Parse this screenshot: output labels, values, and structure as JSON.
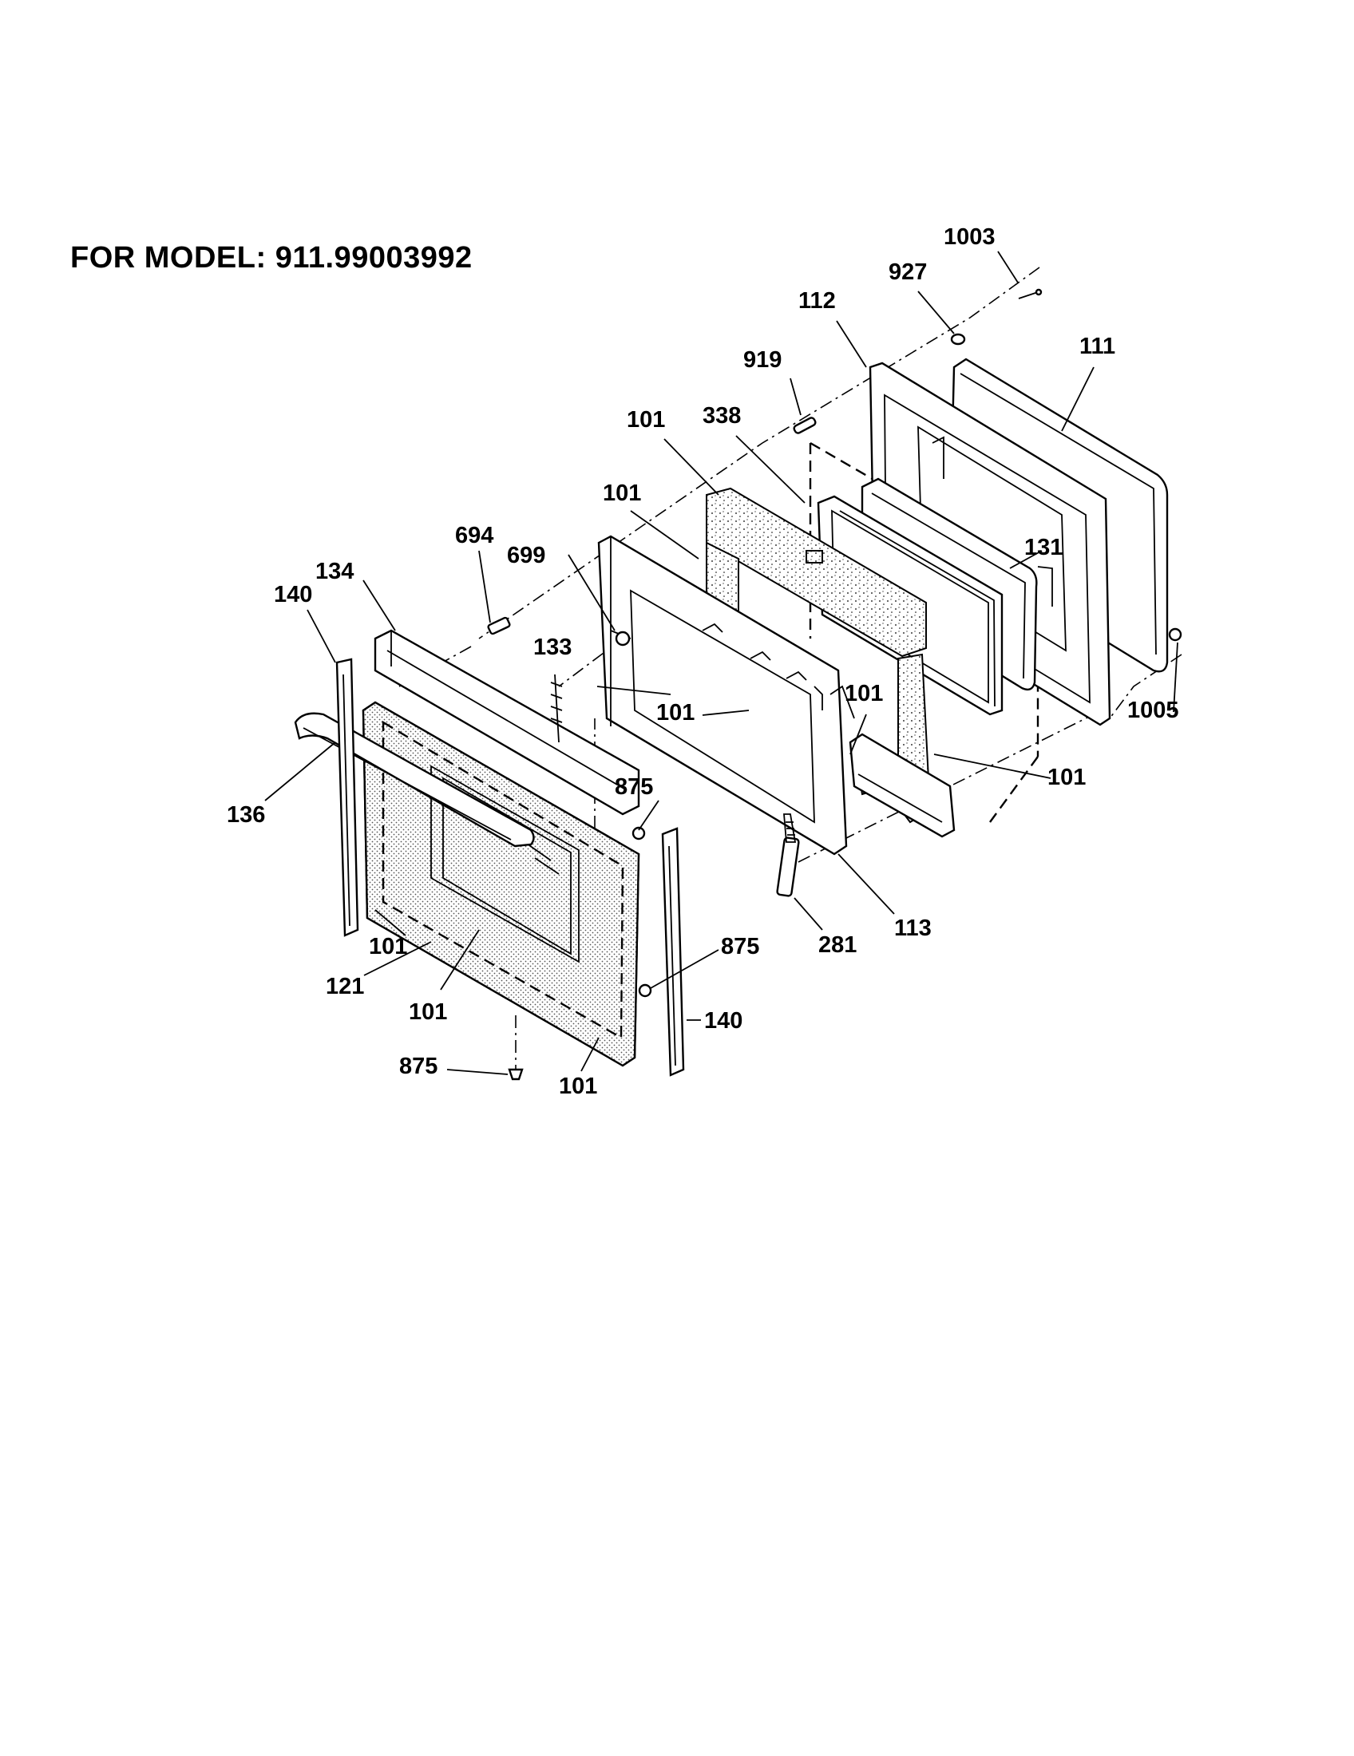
{
  "title": "FOR MODEL: 911.99003992",
  "parts": [
    {
      "id": "1003"
    },
    {
      "id": "927"
    },
    {
      "id": "112"
    },
    {
      "id": "111"
    },
    {
      "id": "919"
    },
    {
      "id": "338"
    },
    {
      "id": "101"
    },
    {
      "id": "101"
    },
    {
      "id": "131"
    },
    {
      "id": "694"
    },
    {
      "id": "699"
    },
    {
      "id": "134"
    },
    {
      "id": "140"
    },
    {
      "id": "133"
    },
    {
      "id": "101"
    },
    {
      "id": "101"
    },
    {
      "id": "1005"
    },
    {
      "id": "101"
    },
    {
      "id": "875"
    },
    {
      "id": "136"
    },
    {
      "id": "113"
    },
    {
      "id": "281"
    },
    {
      "id": "101"
    },
    {
      "id": "875"
    },
    {
      "id": "121"
    },
    {
      "id": "101"
    },
    {
      "id": "140"
    },
    {
      "id": "875"
    },
    {
      "id": "101"
    }
  ]
}
